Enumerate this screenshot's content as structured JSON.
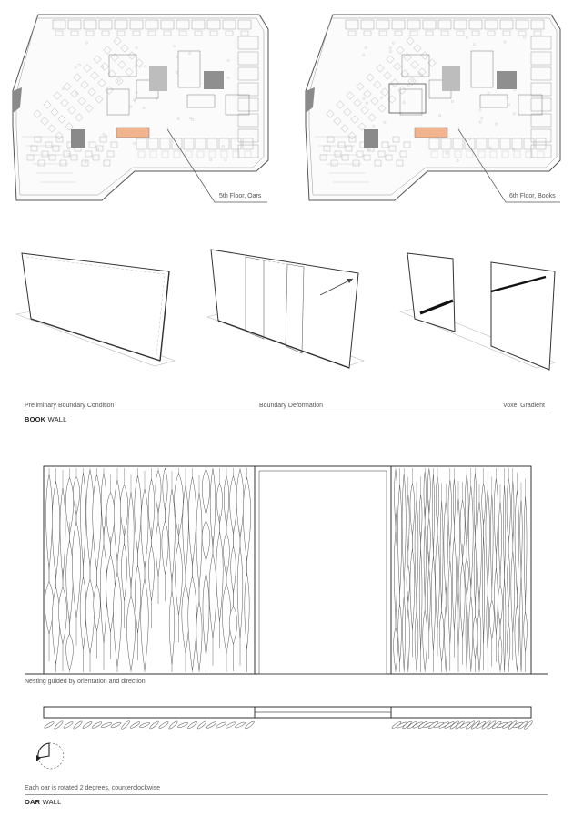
{
  "plans": {
    "fifth_floor_label": "5th Floor, Oars",
    "sixth_floor_label": "6th Floor, Books"
  },
  "book_wall": {
    "step1_label": "Preliminary Boundary Condition",
    "step2_label": "Boundary Deformation",
    "step3_label": "Voxel Gradient",
    "title_bold": "BOOK",
    "title_rest": " WALL"
  },
  "oar_wall": {
    "nesting_label": "Nesting guided by orientation and direction",
    "rotation_label": "Each oar is rotated 2 degrees, counterclockwise",
    "title_bold": "OAR",
    "title_rest": " WALL"
  },
  "colors": {
    "highlight": "#f2b48e",
    "stair_gray": "#8a8a8a",
    "line": "#6f6f6f"
  },
  "icons": {
    "rotation": "rotation-arc-icon"
  }
}
